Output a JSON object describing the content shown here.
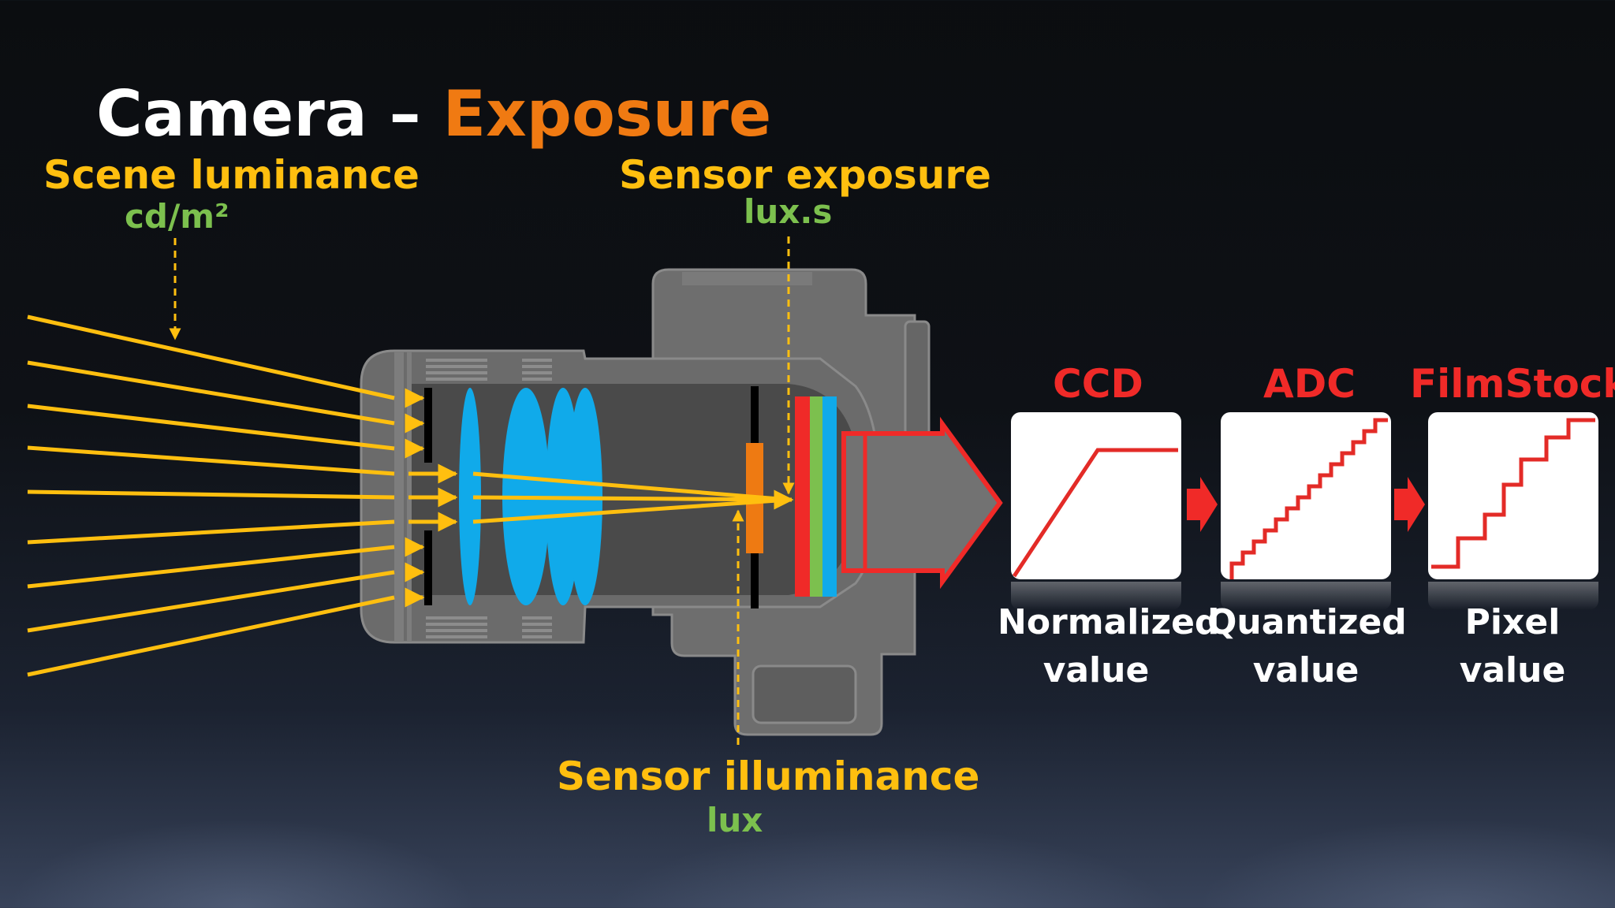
{
  "title": {
    "main": "Camera –",
    "highlight": "Exposure"
  },
  "labels": {
    "scene_luminance": {
      "name": "Scene luminance",
      "unit": "cd/m²"
    },
    "sensor_exposure": {
      "name": "Sensor exposure",
      "unit": "lux.s"
    },
    "sensor_illuminance": {
      "name": "Sensor illuminance",
      "unit": "lux"
    }
  },
  "pipeline": [
    {
      "header": "CCD",
      "caption_line1": "Normalized",
      "caption_line2": "value"
    },
    {
      "header": "ADC",
      "caption_line1": "Quantized",
      "caption_line2": "value"
    },
    {
      "header": "FilmStock",
      "caption_line1": "Pixel",
      "caption_line2": "value"
    }
  ],
  "colors": {
    "title_highlight": "#f07a12",
    "label_yellow": "#ffbf0f",
    "unit_green": "#7cc04e",
    "stage_red": "#f02a28",
    "lens_blue": "#10aaea",
    "camera_grey": "#6b6b6b"
  }
}
